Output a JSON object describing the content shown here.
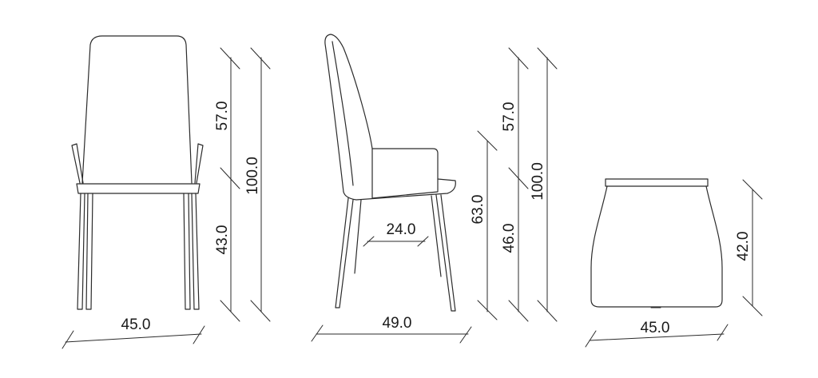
{
  "front_view": {
    "width_label": "45.0",
    "back_height_label": "57.0",
    "seat_height_label": "43.0",
    "total_height_label": "100.0"
  },
  "side_view": {
    "depth_label": "49.0",
    "armrest_depth_label": "24.0",
    "armrest_height_label": "63.0",
    "back_height_label": "57.0",
    "arm_to_floor_label": "46.0",
    "total_height_label": "100.0"
  },
  "top_view": {
    "width_label": "45.0",
    "depth_label": "42.0"
  },
  "colors": {
    "line": "#2b2b2b",
    "background": "#ffffff"
  }
}
